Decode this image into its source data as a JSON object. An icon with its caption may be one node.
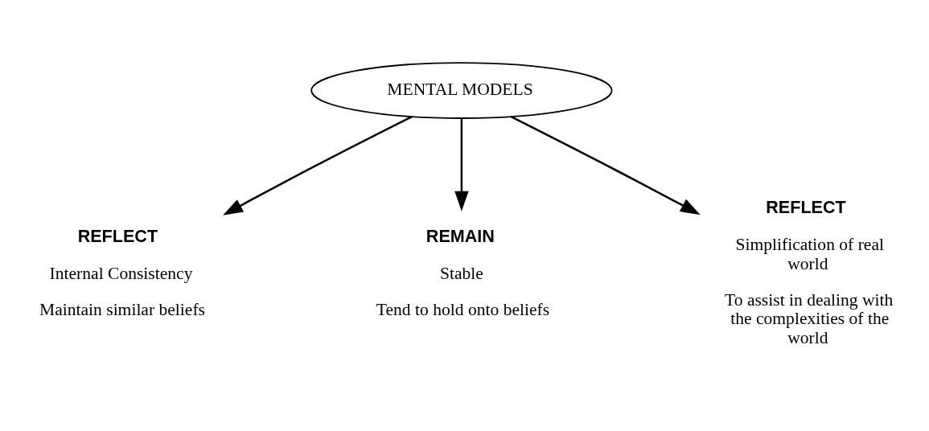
{
  "diagram": {
    "nodes": [
      {
        "text": [
          "MENTAL MODELS"
        ]
      },
      {
        "text": [
          "REFLECT",
          "Internal Consistency",
          "Maintain similar beliefs"
        ]
      },
      {
        "text": [
          "REMAIN",
          "Stable",
          "Tend to hold onto beliefs"
        ]
      },
      {
        "text": [
          "REFLECT",
          "Simplification of real world",
          "To assist in dealing with the complexities of the world"
        ]
      }
    ],
    "edges": [
      {
        "from": 0,
        "to": 1,
        "arrow": "to"
      },
      {
        "from": 0,
        "to": 2,
        "arrow": "to"
      },
      {
        "from": 0,
        "to": 3,
        "arrow": "to"
      }
    ]
  }
}
